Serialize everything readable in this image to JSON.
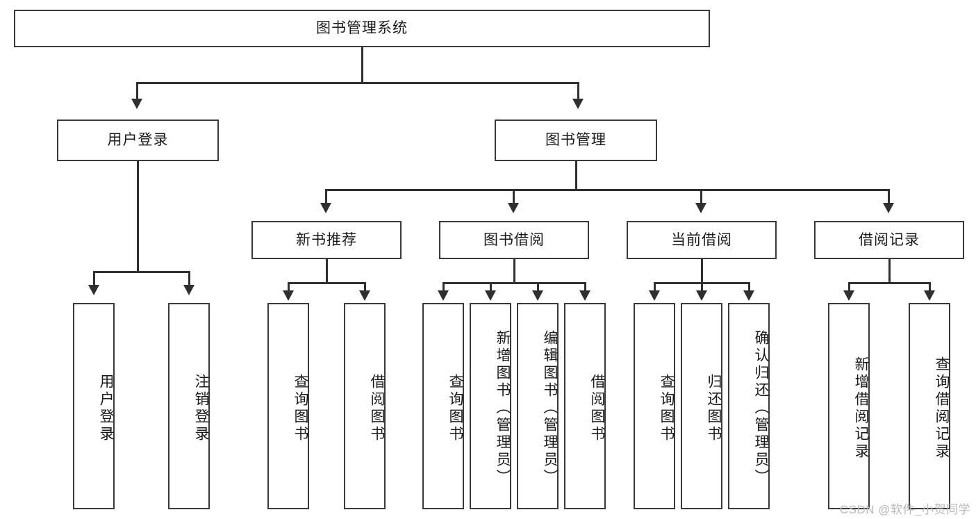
{
  "diagram": {
    "title": "图书管理系统",
    "type": "tree",
    "background_color": "#ffffff",
    "line_color": "#2f2f2f",
    "box_border_color": "#3a3a3a",
    "text_color": "#1a1a1a"
  },
  "root": {
    "label": "图书管理系统"
  },
  "level2": [
    {
      "label": "用户登录"
    },
    {
      "label": "图书管理"
    }
  ],
  "level3": [
    {
      "label": "新书推荐"
    },
    {
      "label": "图书借阅"
    },
    {
      "label": "当前借阅"
    },
    {
      "label": "借阅记录"
    }
  ],
  "leaves": {
    "user_login": [
      {
        "label": "用户登录"
      },
      {
        "label": "注销登录"
      }
    ],
    "new_book_recommend": [
      {
        "label": "查询图书"
      },
      {
        "label": "借阅图书"
      }
    ],
    "book_borrow": [
      {
        "label": "查询图书"
      },
      {
        "label": "新增图书（管理员）"
      },
      {
        "label": "编辑图书（管理员）"
      },
      {
        "label": "借阅图书"
      }
    ],
    "current_borrow": [
      {
        "label": "查询图书"
      },
      {
        "label": "归还图书"
      },
      {
        "label": "确认归还（管理员）"
      }
    ],
    "borrow_record": [
      {
        "label": "新增借阅记录"
      },
      {
        "label": "查询借阅记录"
      }
    ]
  },
  "watermark": {
    "text": "CSDN @软件_小贺同学"
  }
}
